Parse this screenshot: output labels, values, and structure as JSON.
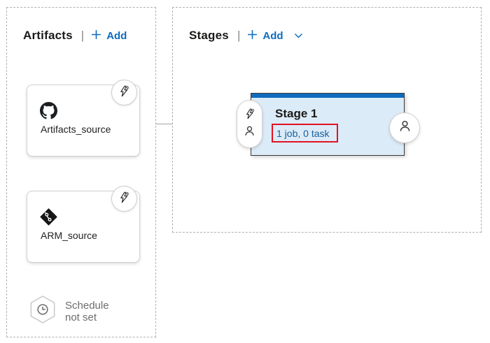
{
  "colors": {
    "accent_blue": "#0f6cbd",
    "link_blue": "#15609f",
    "highlight_red": "#e31123",
    "stage_fill": "#dcebf8",
    "stage_bar": "#0f6cbd",
    "text_dark": "#1b1a19",
    "text_gray": "#6e6c6a"
  },
  "artifacts_panel": {
    "title": "Artifacts",
    "separator": "|",
    "add_button": "Add",
    "add_icon": "plus-icon",
    "cards": [
      {
        "label": "Artifacts_source",
        "source_icon": "github-icon",
        "badge_icon": "lightning-bolt-icon"
      },
      {
        "label": "ARM_source",
        "source_icon": "git-repo-icon",
        "badge_icon": "lightning-bolt-icon"
      }
    ],
    "schedule": {
      "icon": "clock-icon",
      "text_line1": "Schedule",
      "text_line2": "not set"
    }
  },
  "stages_panel": {
    "title": "Stages",
    "separator": "|",
    "add_button": "Add",
    "add_icon": "plus-icon",
    "dropdown_icon": "chevron-down-icon",
    "stage_card": {
      "title": "Stage 1",
      "job_task_summary": "1 job, 0 task",
      "pre_deployment_icons": [
        "lightning-bolt-icon",
        "person-icon"
      ],
      "post_deployment_icon": "person-icon"
    }
  }
}
